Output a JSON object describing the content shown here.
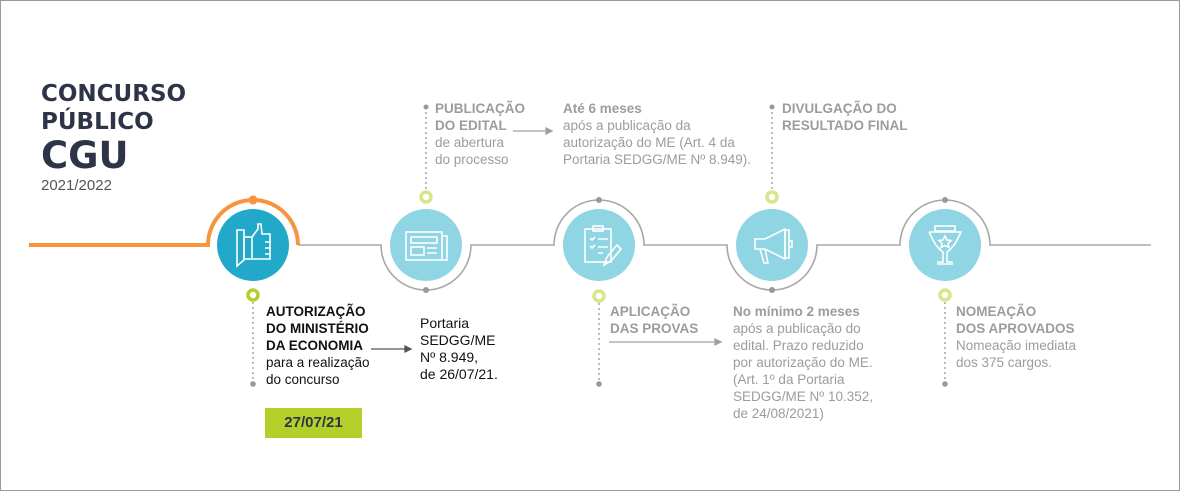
{
  "title": {
    "line1": "CONCURSO",
    "line2": "PÚBLICO",
    "line3": "CGU",
    "years": "2021/2022"
  },
  "colors": {
    "orange": "#f7943d",
    "teal_active": "#22a9c9",
    "teal_light": "#8fd5e3",
    "green": "#c3d93a",
    "gray_line": "#a8a8a8",
    "dark": "#2e3447"
  },
  "steps": [
    {
      "icon": "thumbs-up-icon",
      "title_lines": [
        "AUTORIZAÇÃO",
        "DO MINISTÉRIO",
        "DA ECONOMIA"
      ],
      "desc_lines": [
        "para a realização",
        "do concurso"
      ],
      "date": "27/07/21",
      "note_lines": [
        "Portaria",
        "SEDGG/ME",
        "Nº 8.949,",
        "de 26/07/21."
      ]
    },
    {
      "icon": "newspaper-icon",
      "title_lines": [
        "PUBLICAÇÃO",
        "DO EDITAL"
      ],
      "desc_lines": [
        "de abertura",
        "do processo"
      ],
      "note_bold": "Até 6 meses",
      "note_lines": [
        "após a publicação da",
        "autorização do ME (Art. 4 da",
        "Portaria SEDGG/ME Nº 8.949)."
      ]
    },
    {
      "icon": "clipboard-pen-icon",
      "title_lines": [
        "APLICAÇÃO",
        "DAS PROVAS"
      ],
      "note_bold": "No mínimo 2 meses",
      "note_lines": [
        "após a publicação do",
        "edital. Prazo reduzido",
        "por autorização do ME.",
        "(Art. 1º da Portaria",
        "SEDGG/ME Nº 10.352,",
        "de 24/08/2021)"
      ]
    },
    {
      "icon": "megaphone-icon",
      "title_lines": [
        "DIVULGAÇÃO DO",
        "RESULTADO FINAL"
      ]
    },
    {
      "icon": "trophy-icon",
      "title_lines": [
        "NOMEAÇÃO",
        "DOS APROVADOS"
      ],
      "desc_lines": [
        "Nomeação imediata",
        "dos 375 cargos."
      ]
    }
  ]
}
